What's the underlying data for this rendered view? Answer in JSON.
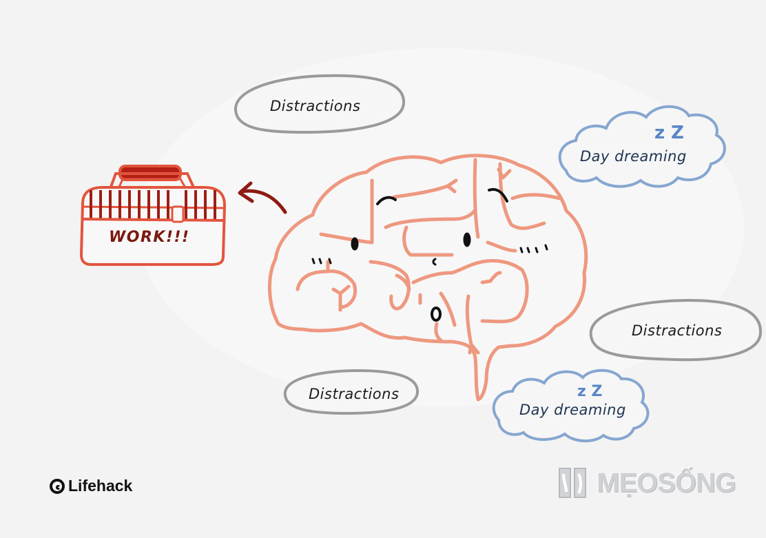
{
  "work": {
    "label": "WORK!!!"
  },
  "bubbles": [
    {
      "label": "Distractions",
      "kind": "distraction"
    },
    {
      "label": "Distractions",
      "kind": "distraction"
    },
    {
      "label": "Distractions",
      "kind": "distraction"
    },
    {
      "label": "Day dreaming",
      "kind": "daydream",
      "sleep": "z Z"
    },
    {
      "label": "Day dreaming",
      "kind": "daydream",
      "sleep": "z Z"
    }
  ],
  "logo": {
    "text": "Lifehack"
  },
  "watermark": {
    "text": "MẸOSỐNG"
  },
  "colors": {
    "brain": "#ee9880",
    "toolbox": "#e2553d",
    "arrow": "#8e1a12",
    "distraction_outline": "#9a9a9a",
    "cloud_outline": "#86a6d0",
    "background": "#f3f3f3"
  }
}
